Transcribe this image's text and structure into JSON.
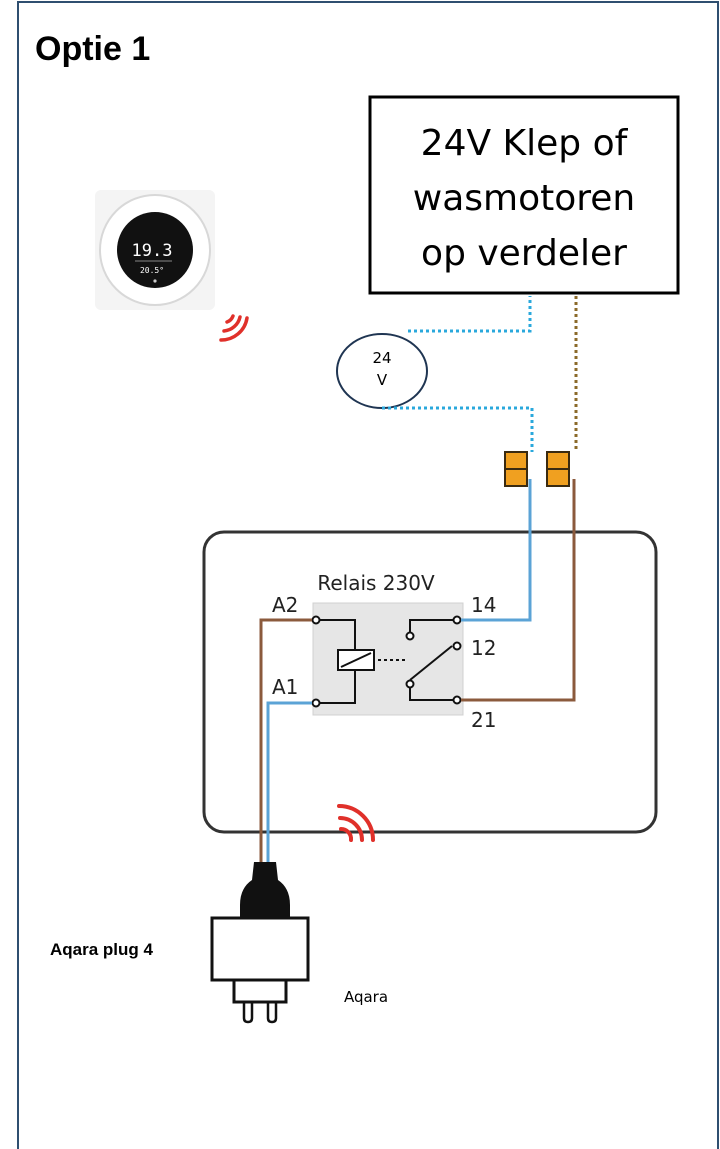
{
  "title": "Optie 1",
  "valve_box": {
    "line1": "24V Klep of",
    "line2": "wasmotoren",
    "line3": "op verdeler"
  },
  "transformer": {
    "line1": "24",
    "line2": "V"
  },
  "thermostat": {
    "temperature": "19.3",
    "setpoint": "20.5°"
  },
  "relay": {
    "title": "Relais 230V",
    "terminals": {
      "a2": "A2",
      "a1": "A1",
      "t14": "14",
      "t12": "12",
      "t21": "21"
    }
  },
  "plug": {
    "label": "Aqara plug 4",
    "signal_label": "Aqara"
  },
  "colors": {
    "blue_wire": "#5ba3d6",
    "brown_wire": "#8b5a3c",
    "dotted_blue": "#2aa8dc",
    "dotted_brown": "#8b6a2a",
    "terminal_orange": "#f0a020",
    "signal_red": "#e0302a",
    "frame": "#2f4f70"
  }
}
